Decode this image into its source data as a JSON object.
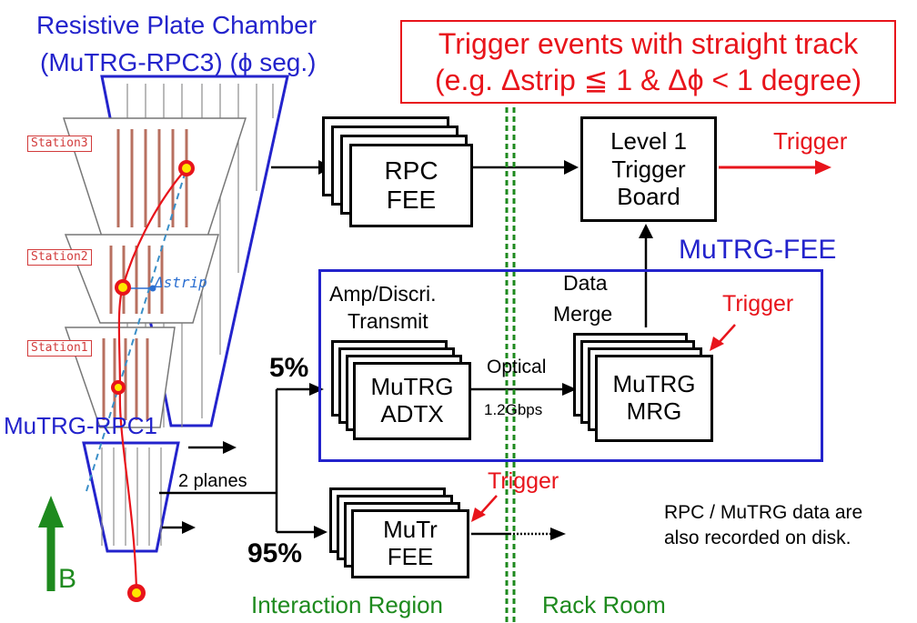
{
  "detector": {
    "rpc3_title_line1": "Resistive Plate Chamber",
    "rpc3_title_line2": "(MuTRG-RPC3) (ϕ seg.)",
    "rpc1_label": "MuTRG-RPC1",
    "station3": "Station3",
    "station2": "Station2",
    "station1": "Station1",
    "delta_strip": "Δstrip",
    "b_field": "B",
    "two_planes": "2 planes",
    "pct_5": "5%",
    "pct_95": "95%"
  },
  "callout": {
    "line1": "Trigger events with straight track",
    "line2": "(e.g. Δstrip ≦ 1 & Δϕ < 1 degree)"
  },
  "blocks": {
    "rpc_fee_line1": "RPC",
    "rpc_fee_line2": "FEE",
    "level1_line1": "Level 1",
    "level1_line2": "Trigger",
    "level1_line3": "Board",
    "adtx_line1": "MuTRG",
    "adtx_line2": "ADTX",
    "mrg_line1": "MuTRG",
    "mrg_line2": "MRG",
    "mutr_line1": "MuTr",
    "mutr_line2": "FEE"
  },
  "labels": {
    "trigger_out": "Trigger",
    "mutrg_fee": "MuTRG-FEE",
    "amp_line1": "Amp/Discri.",
    "amp_line2": "Transmit",
    "data_merge_line1": "Data",
    "data_merge_line2": "Merge",
    "trigger_mrg": "Trigger",
    "optical": "Optical",
    "gbps": "1.2Gbps",
    "trigger_mutr": "Trigger",
    "note_line1": "RPC / MuTRG data are",
    "note_line2": "also recorded on disk.",
    "interaction_region": "Interaction Region",
    "rack_room": "Rack Room"
  },
  "colors": {
    "blue": "#2323cc",
    "red": "#e8141b",
    "green": "#1e7a1e",
    "strip": "#b87060"
  }
}
